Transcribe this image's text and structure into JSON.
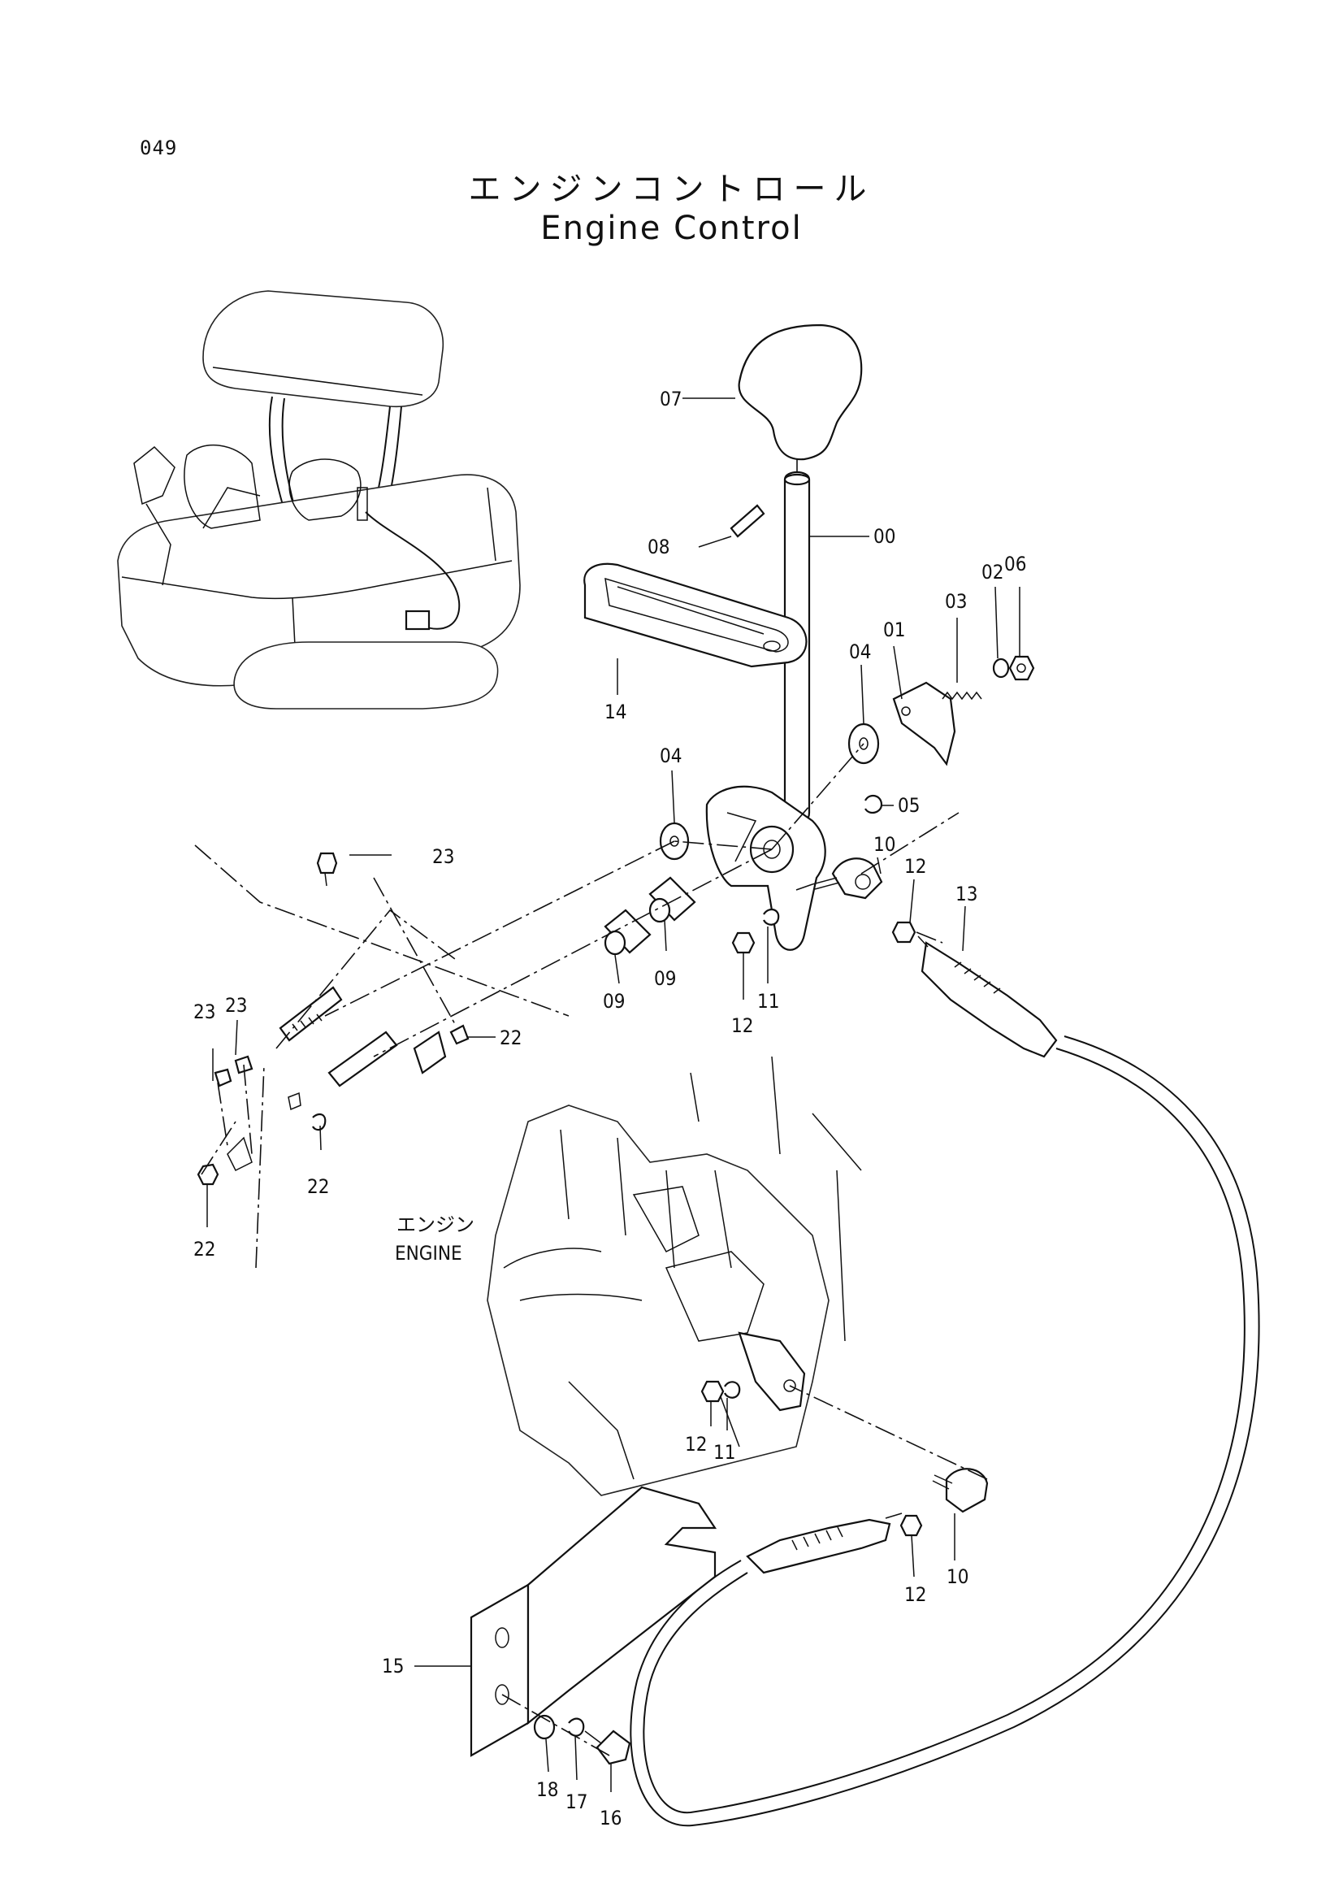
{
  "page_number": "049",
  "title_jp": "エンジンコントロール",
  "title_en": "Engine Control",
  "engine_label_jp": "エンジン",
  "engine_label_en": "ENGINE",
  "parts": {
    "p00": "00",
    "p01": "01",
    "p02": "02",
    "p03": "03",
    "p04a": "04",
    "p04b": "04",
    "p05": "05",
    "p06": "06",
    "p07": "07",
    "p08": "08",
    "p09a": "09",
    "p09b": "09",
    "p10a": "10",
    "p10b": "10",
    "p11a": "11",
    "p11b": "11",
    "p12a": "12",
    "p12b": "12",
    "p12c": "12",
    "p12d": "12",
    "p13": "13",
    "p14": "14",
    "p15": "15",
    "p16": "16",
    "p17": "17",
    "p18": "18",
    "p22a": "22",
    "p22b": "22",
    "p22c": "22",
    "p23a": "23",
    "p23b": "23",
    "p23c": "23"
  }
}
